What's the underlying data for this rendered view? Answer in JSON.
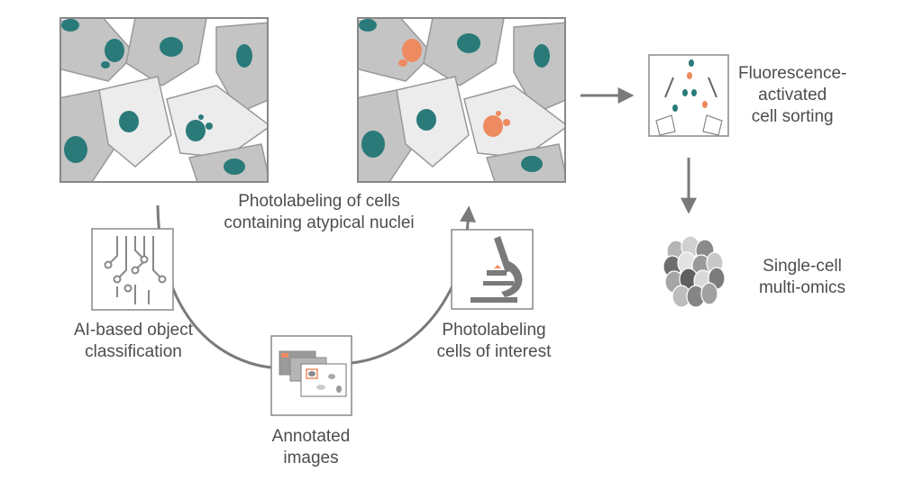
{
  "colors": {
    "teal": "#2a7a7a",
    "orange": "#ee8a60",
    "cell_gray": "#c4c4c4",
    "cell_light": "#e8e8e8",
    "frame": "#888888",
    "arrow": "#7a7a7a"
  },
  "steps": {
    "photolabel_caption": {
      "line1": "Photolabeling of cells",
      "line2": "containing atypical nuclei"
    },
    "facs": {
      "line1": "Fluorescence-",
      "line2": "activated",
      "line3": "cell sorting"
    },
    "omics": {
      "line1": "Single-cell",
      "line2": "multi-omics"
    },
    "ai": {
      "line1": "AI-based object",
      "line2": "classification"
    },
    "annotated": {
      "line1": "Annotated",
      "line2": "images"
    },
    "photolabeling_interest": {
      "line1": "Photolabeling",
      "line2": "cells of interest"
    }
  },
  "icons": {
    "microscopy_raw": "microscopy-image-icon",
    "microscopy_labeled": "photolabeled-image-icon",
    "facs": "cell-sorter-icon",
    "omics": "cell-cluster-icon",
    "ai": "circuit-icon",
    "annotated": "image-stack-icon",
    "microscope": "microscope-icon"
  }
}
